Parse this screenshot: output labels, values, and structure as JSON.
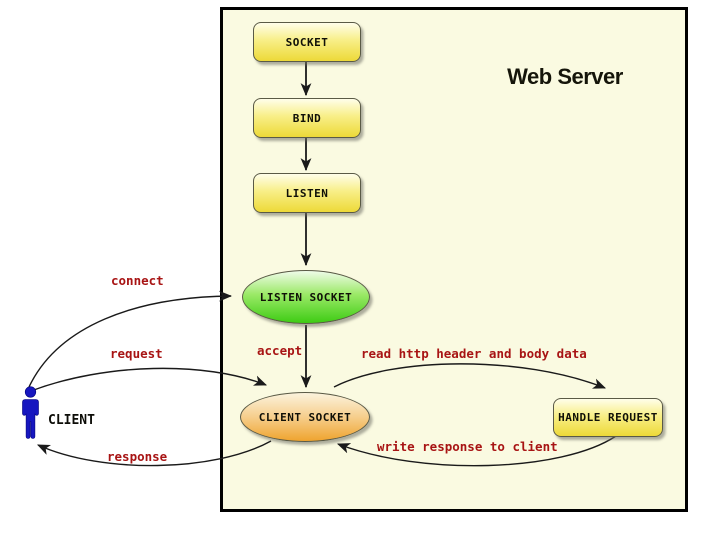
{
  "title": "Web Server",
  "nodes": {
    "socket": {
      "label": "SOCKET",
      "shape": "rect"
    },
    "bind": {
      "label": "BIND",
      "shape": "rect"
    },
    "listen": {
      "label": "LISTEN",
      "shape": "rect"
    },
    "listen_socket": {
      "label": "LISTEN SOCKET",
      "shape": "ellipse"
    },
    "client_socket": {
      "label": "CLIENT SOCKET",
      "shape": "ellipse"
    },
    "handle_request": {
      "label": "HANDLE REQUEST",
      "shape": "rect"
    }
  },
  "actor": {
    "label": "CLIENT",
    "icon": "person-icon"
  },
  "edges": {
    "socket_to_bind": {
      "from": "socket",
      "to": "bind",
      "label": ""
    },
    "bind_to_listen": {
      "from": "bind",
      "to": "listen",
      "label": ""
    },
    "listen_to_listensock": {
      "from": "listen",
      "to": "listen_socket",
      "label": ""
    },
    "accept": {
      "from": "listen_socket",
      "to": "client_socket",
      "label": "accept"
    },
    "connect": {
      "from": "client",
      "to": "listen_socket",
      "label": "connect"
    },
    "request": {
      "from": "client",
      "to": "client_socket",
      "label": "request"
    },
    "response": {
      "from": "client_socket",
      "to": "client",
      "label": "response"
    },
    "read": {
      "from": "client_socket",
      "to": "handle_request",
      "label": "read http header and body data"
    },
    "write": {
      "from": "handle_request",
      "to": "client_socket",
      "label": "write response to client"
    }
  },
  "colors": {
    "canvas_bg": "#FFFFFF",
    "server_bg": "#FAFAE1",
    "server_border": "#000000",
    "node_yellow_top": "#FFFEEA",
    "node_yellow_bottom": "#EDD938",
    "node_border": "#5A5A46",
    "green_top": "#EFFCE9",
    "green_bottom": "#3ECC14",
    "orange_top": "#FBF3DD",
    "orange_bottom": "#EFA42F",
    "edge_label": "#A81414",
    "arrow": "#1A1A1A",
    "client_blue": "#1717C0"
  }
}
